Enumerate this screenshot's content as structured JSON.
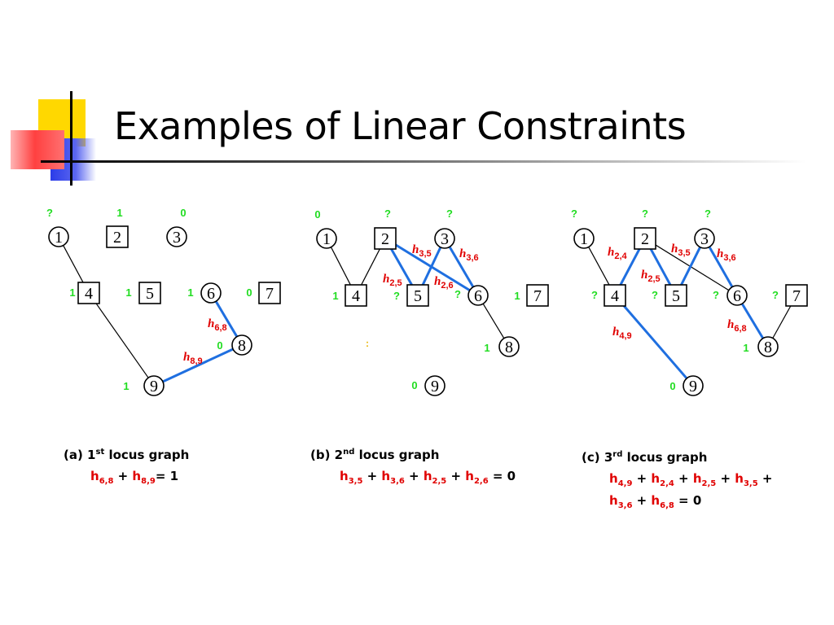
{
  "title": "Examples of Linear Constraints",
  "colors": {
    "edge_black": "#000000",
    "edge_blue": "#1f6fe0",
    "label_green": "#22dd22",
    "label_red": "#e00000",
    "deco_yellow": "#ffd800",
    "deco_blue": "#2b3ce8",
    "deco_red": "#ff4040"
  },
  "panels": [
    {
      "id": "a",
      "caption": {
        "pre": "(a) 1",
        "sup": "st",
        "post": " locus graph"
      },
      "equation_lines": [
        [
          {
            "term": "h",
            "sub": "6,8"
          },
          {
            "op": " + "
          },
          {
            "term": "h",
            "sub": "8,9"
          },
          {
            "op": "= 1"
          }
        ]
      ],
      "nodes": [
        {
          "id": "1",
          "shape": "circle",
          "value": "?"
        },
        {
          "id": "2",
          "shape": "square",
          "value": "1"
        },
        {
          "id": "3",
          "shape": "circle",
          "value": "0"
        },
        {
          "id": "4",
          "shape": "square",
          "value": "1"
        },
        {
          "id": "5",
          "shape": "square",
          "value": "1"
        },
        {
          "id": "6",
          "shape": "circle",
          "value": "1"
        },
        {
          "id": "7",
          "shape": "square",
          "value": "0"
        },
        {
          "id": "8",
          "shape": "circle",
          "value": "0"
        },
        {
          "id": "9",
          "shape": "circle",
          "value": "1"
        }
      ],
      "edges": [
        {
          "from": "1",
          "to": "4",
          "style": "black"
        },
        {
          "from": "4",
          "to": "9",
          "style": "black"
        },
        {
          "from": "6",
          "to": "8",
          "style": "blue",
          "label": {
            "var": "h",
            "sub": "6,8"
          }
        },
        {
          "from": "8",
          "to": "9",
          "style": "blue",
          "label": {
            "var": "h",
            "sub": "8,9"
          }
        }
      ]
    },
    {
      "id": "b",
      "caption": {
        "pre": "(b) 2",
        "sup": "nd",
        "post": " locus graph"
      },
      "equation_lines": [
        [
          {
            "term": "h",
            "sub": "3,5"
          },
          {
            "op": " + "
          },
          {
            "term": "h",
            "sub": "3,6"
          },
          {
            "op": " + "
          },
          {
            "term": "h",
            "sub": "2,5"
          },
          {
            "op": " + "
          },
          {
            "term": "h",
            "sub": "2,6"
          },
          {
            "op": " = 0"
          }
        ]
      ],
      "nodes": [
        {
          "id": "1",
          "shape": "circle",
          "value": "0"
        },
        {
          "id": "2",
          "shape": "square",
          "value": "?"
        },
        {
          "id": "3",
          "shape": "circle",
          "value": "?"
        },
        {
          "id": "4",
          "shape": "square",
          "value": "1"
        },
        {
          "id": "5",
          "shape": "square",
          "value": "?"
        },
        {
          "id": "6",
          "shape": "circle",
          "value": "?"
        },
        {
          "id": "7",
          "shape": "square",
          "value": "1"
        },
        {
          "id": "8",
          "shape": "circle",
          "value": "1"
        },
        {
          "id": "9",
          "shape": "circle",
          "value": "0"
        }
      ],
      "edges": [
        {
          "from": "1",
          "to": "4",
          "style": "black"
        },
        {
          "from": "2",
          "to": "4",
          "style": "black"
        },
        {
          "from": "6",
          "to": "8",
          "style": "black"
        },
        {
          "from": "2",
          "to": "5",
          "style": "blue",
          "label": {
            "var": "h",
            "sub": "2,5"
          }
        },
        {
          "from": "2",
          "to": "6",
          "style": "blue",
          "label": {
            "var": "h",
            "sub": "2,6"
          }
        },
        {
          "from": "3",
          "to": "5",
          "style": "blue",
          "label": {
            "var": "h",
            "sub": "3,5"
          }
        },
        {
          "from": "3",
          "to": "6",
          "style": "blue",
          "label": {
            "var": "h",
            "sub": "3,6"
          }
        }
      ],
      "stray_mark": ":"
    },
    {
      "id": "c",
      "caption": {
        "pre": "(c) 3",
        "sup": "rd",
        "post": " locus graph"
      },
      "equation_lines": [
        [
          {
            "term": "h",
            "sub": "4,9"
          },
          {
            "op": " + "
          },
          {
            "term": "h",
            "sub": "2,4"
          },
          {
            "op": " + "
          },
          {
            "term": "h",
            "sub": "2,5"
          },
          {
            "op": " + "
          },
          {
            "term": "h",
            "sub": "3,5"
          },
          {
            "op": " +"
          }
        ],
        [
          {
            "term": "h",
            "sub": "3,6"
          },
          {
            "op": " + "
          },
          {
            "term": "h",
            "sub": "6,8"
          },
          {
            "op": " = 0"
          }
        ]
      ],
      "nodes": [
        {
          "id": "1",
          "shape": "circle",
          "value": "?"
        },
        {
          "id": "2",
          "shape": "square",
          "value": "?"
        },
        {
          "id": "3",
          "shape": "circle",
          "value": "?"
        },
        {
          "id": "4",
          "shape": "square",
          "value": "?"
        },
        {
          "id": "5",
          "shape": "square",
          "value": "?"
        },
        {
          "id": "6",
          "shape": "circle",
          "value": "?"
        },
        {
          "id": "7",
          "shape": "square",
          "value": "?"
        },
        {
          "id": "8",
          "shape": "circle",
          "value": "1"
        },
        {
          "id": "9",
          "shape": "circle",
          "value": "0"
        }
      ],
      "edges": [
        {
          "from": "1",
          "to": "4",
          "style": "black"
        },
        {
          "from": "2",
          "to": "6",
          "style": "black"
        },
        {
          "from": "7",
          "to": "8",
          "style": "black"
        },
        {
          "from": "2",
          "to": "4",
          "style": "blue",
          "label": {
            "var": "h",
            "sub": "2,4"
          }
        },
        {
          "from": "2",
          "to": "5",
          "style": "blue",
          "label": {
            "var": "h",
            "sub": "2,5"
          }
        },
        {
          "from": "3",
          "to": "5",
          "style": "blue",
          "label": {
            "var": "h",
            "sub": "3,5"
          }
        },
        {
          "from": "3",
          "to": "6",
          "style": "blue",
          "label": {
            "var": "h",
            "sub": "3,6"
          }
        },
        {
          "from": "4",
          "to": "9",
          "style": "blue",
          "label": {
            "var": "h",
            "sub": "4,9"
          }
        },
        {
          "from": "6",
          "to": "8",
          "style": "blue",
          "label": {
            "var": "h",
            "sub": "6,8"
          }
        }
      ]
    }
  ]
}
